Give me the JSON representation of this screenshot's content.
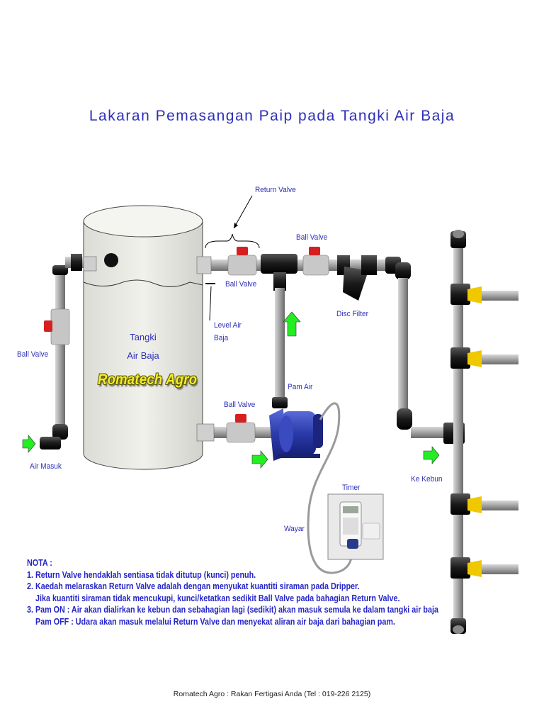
{
  "title": "Lakaran Pemasangan Paip pada Tangki Air Baja",
  "tank": {
    "line1": "Tangki",
    "line2": "Air Baja",
    "brand": "Romatech Agro"
  },
  "labels": {
    "return_valve": "Return Valve",
    "ball_valve_top_right": "Ball Valve",
    "ball_valve_top": "Ball Valve",
    "ball_valve_left": "Ball Valve",
    "ball_valve_bottom": "Ball Valve",
    "level_line1": "Level Air",
    "level_line2": "Baja",
    "disc_filter": "Disc Filter",
    "pam_air": "Pam Air",
    "air_masuk": "Air Masuk",
    "ke_kebun": "Ke Kebun",
    "timer": "Timer",
    "wayar": "Wayar"
  },
  "notes": {
    "heading": "NOTA :",
    "n1": "1. Return Valve hendaklah sentiasa tidak ditutup (kunci) penuh.",
    "n2": "2. Kaedah melaraskan Return Valve adalah dengan menyukat kuantiti siraman pada Dripper.",
    "n2b": "Jika kuantiti siraman tidak mencukupi, kunci/ketatkan sedikit Ball Valve pada bahagian Return Valve.",
    "n3": "3. Pam ON : Air akan dialirkan ke kebun dan sebahagian lagi (sedikit) akan masuk semula ke dalam tangki air baja",
    "n3b": "Pam OFF : Udara akan masuk melalui Return Valve dan menyekat aliran air baja dari bahagian pam."
  },
  "footer": "Romatech Agro : Rakan Fertigasi Anda (Tel : 019-226 2125)",
  "colors": {
    "label_blue": "#2f2fb8",
    "arrow_green": "#22ee22",
    "valve_red": "#d42020",
    "pipe_grey": "#a4a4a4",
    "pump_blue": "#2a3aa8",
    "brand_yellow": "#f4ec2a"
  }
}
